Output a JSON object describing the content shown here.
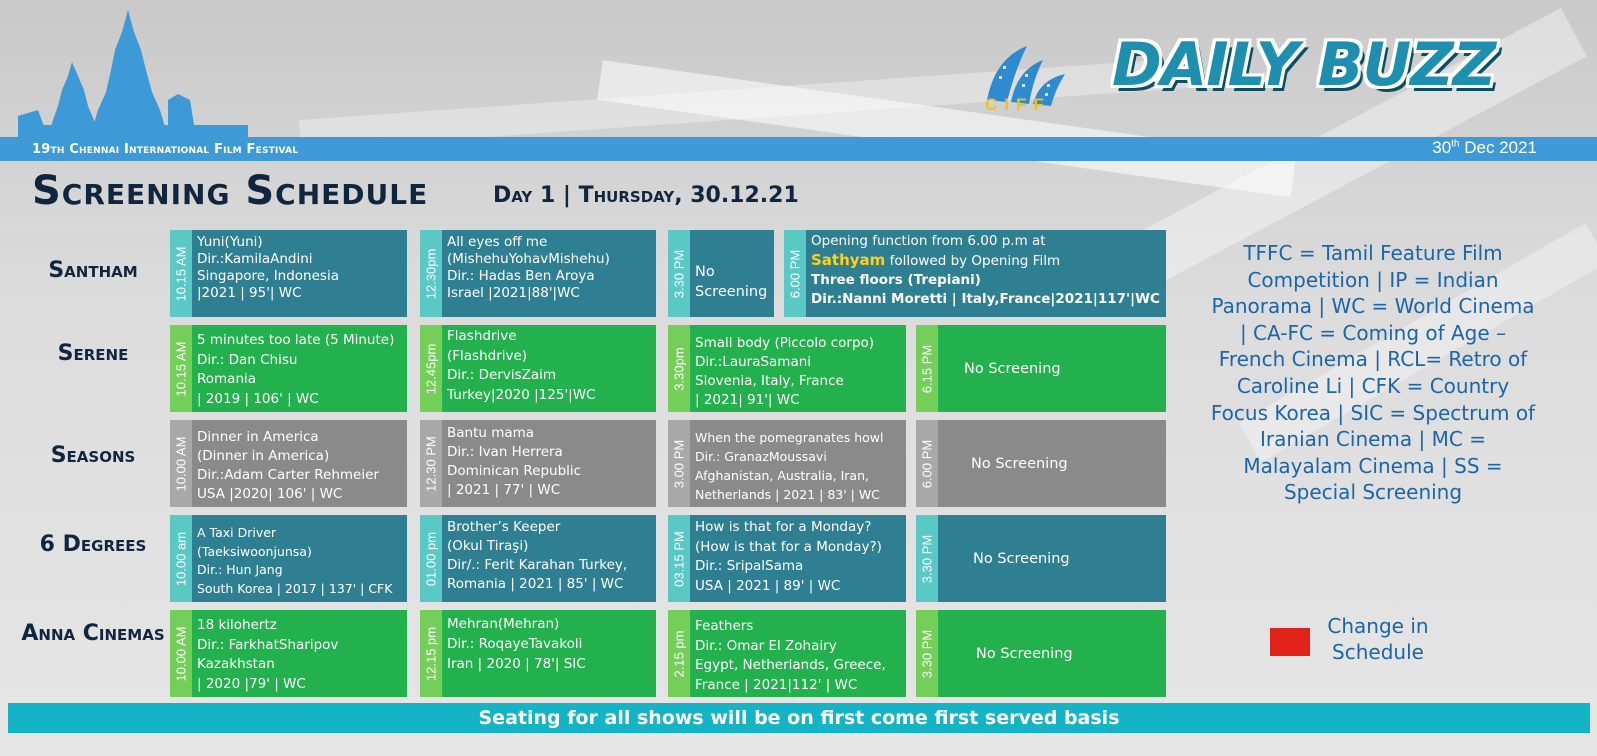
{
  "header": {
    "brand": "DAILY BUZZ",
    "logo_text": "CIFF",
    "festival_name": "19th Chennai International Film Festival",
    "issue_date_day": "30",
    "issue_date_sup": "th",
    "issue_date_rest": " Dec 2021"
  },
  "title": {
    "main": "Screening Schedule",
    "subtitle": "Day 1 | Thursday, 30.12.21"
  },
  "venues": [
    "Santham",
    "Serene",
    "Seasons",
    "6 Degrees",
    "Anna Cinemas"
  ],
  "schedule": {
    "santham": [
      {
        "time": "10.15 AM",
        "lines": [
          "Yuni(Yuni)",
          "Dir.:KamilaAndini",
          "Singapore, Indonesia",
          "|2021 | 95'| WC"
        ]
      },
      {
        "time": "12.30pm",
        "lines": [
          "All eyes off me",
          "(MishehuYohavMishehu)",
          "Dir.: Hadas Ben Aroya",
          "Israel |2021|88'|WC"
        ]
      },
      {
        "time": "3.30 PM",
        "lines": [
          "No",
          "Screening"
        ]
      },
      {
        "time": "6.00 PM",
        "line1": "Opening function  from 6.00 p.m at",
        "venue_name": "Sathyam",
        "line2_rest": " followed by Opening Film",
        "line3": "Three floors (Trepiani)",
        "line4": "Dir.:Nanni Moretti | Italy,France|2021|117'|WC"
      }
    ],
    "serene": [
      {
        "time": "10.15 AM",
        "lines": [
          "5 minutes too late (5 Minute)",
          "Dir.: Dan Chisu",
          "Romania",
          "| 2019 | 106' | WC"
        ]
      },
      {
        "time": "12.45pm",
        "lines": [
          "Flashdrive",
          "(Flashdrive)",
          "Dir.: DervisZaim",
          "Turkey|2020 |125'|WC"
        ]
      },
      {
        "time": "3.30pm",
        "lines": [
          "Small body (Piccolo corpo)",
          "Dir.:LauraSamani",
          "Slovenia, Italy, France",
          "| 2021| 91'| WC"
        ]
      },
      {
        "time": "6.15 PM",
        "no_screening": "No Screening"
      }
    ],
    "seasons": [
      {
        "time": "10.00 AM",
        "lines": [
          "Dinner in America",
          "(Dinner in America)",
          "Dir.:Adam Carter Rehmeier",
          "USA |2020| 106' | WC"
        ]
      },
      {
        "time": "12.30 PM",
        "lines": [
          "Bantu mama",
          "Dir.: Ivan Herrera",
          "Dominican Republic",
          "| 2021 | 77' | WC"
        ]
      },
      {
        "time": "3.00 PM",
        "lines": [
          "When the pomegranates howl",
          "Dir.: GranazMoussavi",
          "Afghanistan, Australia, Iran,",
          "Netherlands | 2021 | 83' | WC"
        ]
      },
      {
        "time": "6.00 PM",
        "no_screening": "No Screening"
      }
    ],
    "six_degrees": [
      {
        "time": "10.00 am",
        "lines": [
          "A Taxi Driver",
          "(Taeksiwoonjunsa)",
          "Dir.: Hun Jang",
          "South Korea | 2017 | 137' | CFK"
        ]
      },
      {
        "time": "01.00 pm",
        "lines": [
          "Brother’s Keeper",
          "(Okul Tiraşi)",
          "Dir/.: Ferit Karahan Turkey,",
          "Romania | 2021 | 85' | WC"
        ]
      },
      {
        "time": "03.15 PM",
        "lines": [
          "How is that for a Monday?",
          "(How is that for a Monday?)",
          "Dir.: SripalSama",
          "USA | 2021 | 89' | WC"
        ]
      },
      {
        "time": "3.30 PM",
        "no_screening": "No Screening"
      }
    ],
    "anna": [
      {
        "time": "10.00 AM",
        "lines": [
          "18 kilohertz",
          "Dir.: FarkhatSharipov",
          "Kazakhstan",
          "| 2020 |79' | WC"
        ]
      },
      {
        "time": "12.15 pm",
        "lines": [
          "Mehran(Mehran)",
          "Dir.: RoqayeTavakoli",
          "Iran | 2020 | 78'| SIC"
        ]
      },
      {
        "time": "2.15 pm",
        "lines": [
          "Feathers",
          "Dir.: Omar El Zohairy",
          "Egypt, Netherlands, Greece,",
          "France | 2021|112' | WC"
        ]
      },
      {
        "time": "3.30 PM",
        "no_screening": "No Screening"
      }
    ]
  },
  "legend": {
    "lines": [
      "TFFC = Tamil Feature Film",
      "Competition | IP = Indian",
      "Panorama | WC = World Cinema",
      "| CA-FC = Coming of Age –",
      "French Cinema | RCL= Retro of",
      "Caroline Li | CFK = Country",
      "Focus Korea | SIC = Spectrum of",
      "Iranian Cinema | MC =",
      "Malayalam Cinema | SS =",
      "Special Screening"
    ],
    "change_label_1": "Change in",
    "change_label_2": "Schedule",
    "change_color": "#e2231a"
  },
  "footer": "Seating for all shows will be on first come first served basis",
  "colors": {
    "teal_slot": "#2e7f91",
    "green_slot": "#22b14c",
    "grey_slot": "#8a8a8a",
    "accent_blue": "#3d9ad7",
    "footer_band": "#15b3c6",
    "title_navy": "#10263f"
  }
}
